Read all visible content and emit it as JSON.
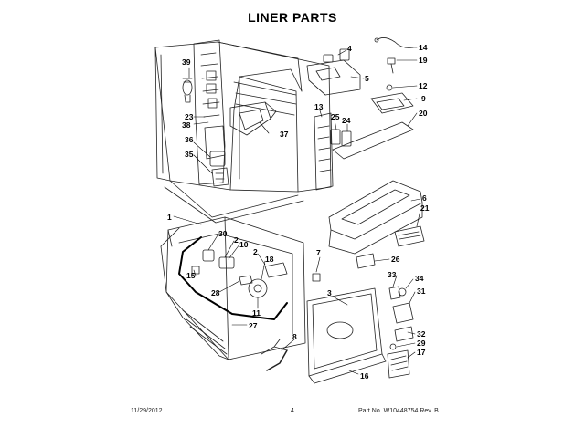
{
  "title": "LINER PARTS",
  "callouts": {
    "c1": "1",
    "c2a": "2",
    "c2b": "2",
    "c3": "3",
    "c4": "4",
    "c5": "5",
    "c6": "6",
    "c7": "7",
    "c8": "8",
    "c9": "9",
    "c10": "10",
    "c11": "11",
    "c12": "12",
    "c13": "13",
    "c14": "14",
    "c15": "15",
    "c16": "16",
    "c17": "17",
    "c18": "18",
    "c19": "19",
    "c20": "20",
    "c21": "21",
    "c23": "23",
    "c24": "24",
    "c25": "25",
    "c26": "26",
    "c27": "27",
    "c28": "28",
    "c29": "29",
    "c30": "30",
    "c31": "31",
    "c32": "32",
    "c33": "33",
    "c34": "34",
    "c35": "35",
    "c36": "36",
    "c37": "37",
    "c38": "38",
    "c39": "39"
  },
  "footer": {
    "date": "11/29/2012",
    "page": "4",
    "part": "Part No. W10448754  Rev. B"
  }
}
